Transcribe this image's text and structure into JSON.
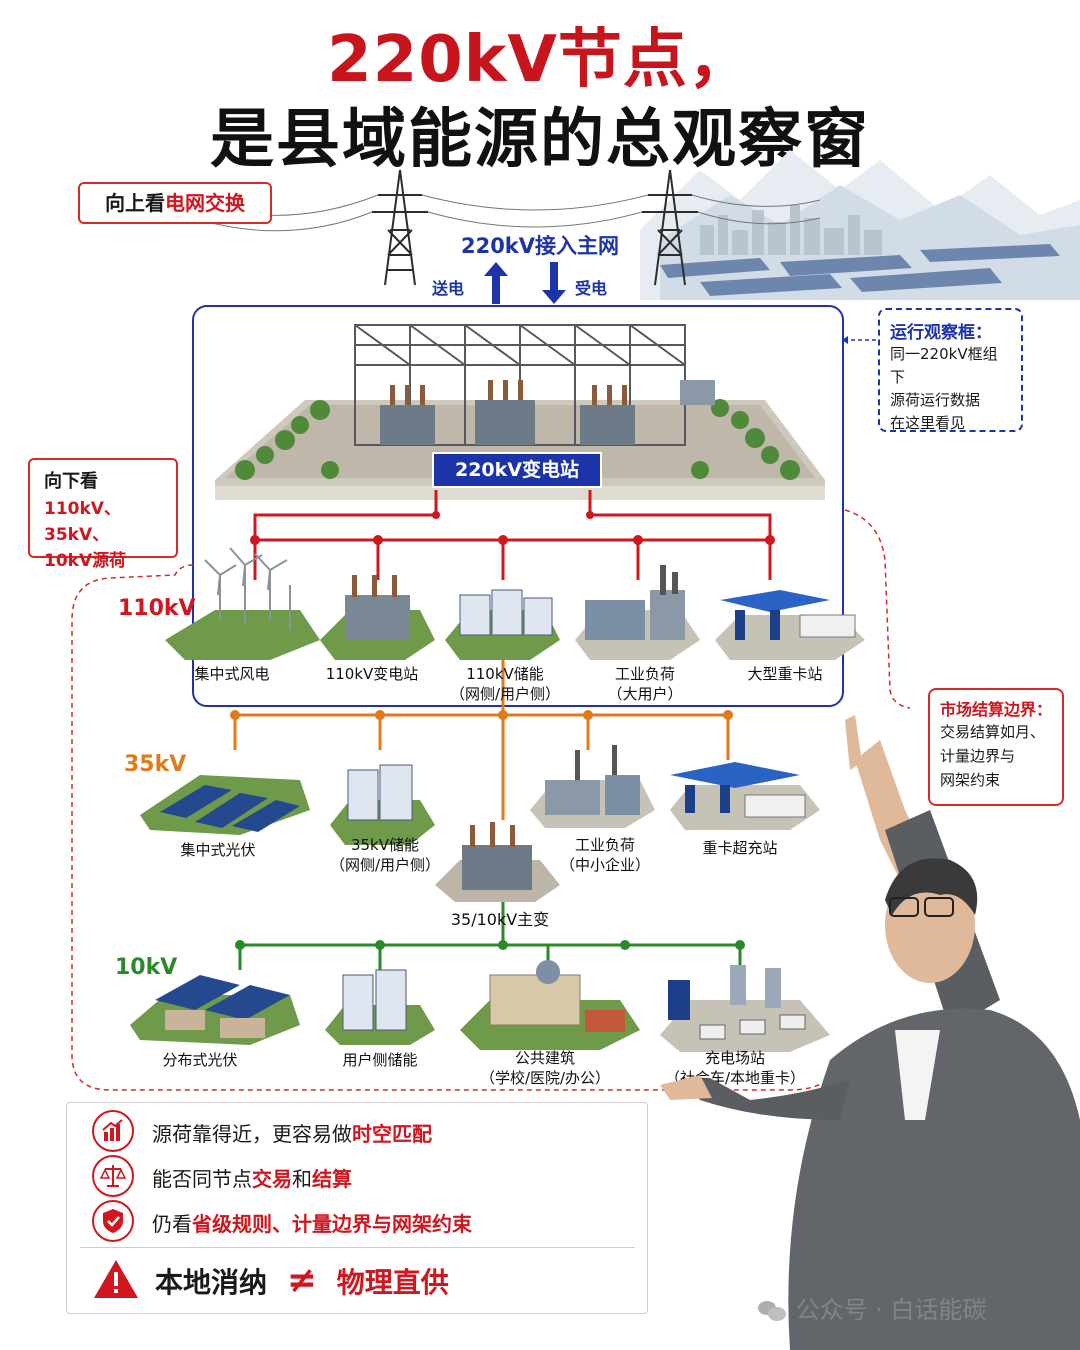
{
  "title": {
    "line1": "220kV节点，",
    "line2": "是县域能源的总观察窗"
  },
  "up_tag": {
    "prefix": "向上看",
    "highlight": "电网交换"
  },
  "main_grid": {
    "label": "220kV接入主网",
    "send": "送电",
    "receive": "受电"
  },
  "observe_box": {
    "title": "运行观察框：",
    "line1": "同一220kV框组下",
    "line2": "源荷运行数据",
    "line3": "在这里看见"
  },
  "down_tag": {
    "line1": "向下看",
    "line2": "110kV、35kV、",
    "line3": "10kV源荷"
  },
  "substation_220": {
    "label": "220kV变电站"
  },
  "levels": {
    "kv110": {
      "label": "110kV",
      "items": [
        {
          "name": "集中式风电",
          "sub": ""
        },
        {
          "name": "110kV变电站",
          "sub": ""
        },
        {
          "name": "110kV储能",
          "sub": "（网侧/用户侧）"
        },
        {
          "name": "工业负荷",
          "sub": "（大用户）"
        },
        {
          "name": "大型重卡站",
          "sub": ""
        }
      ]
    },
    "kv35": {
      "label": "35kV",
      "items": [
        {
          "name": "集中式光伏",
          "sub": ""
        },
        {
          "name": "35kV储能",
          "sub": "（网侧/用户侧）"
        },
        {
          "name": "工业负荷",
          "sub": "（中小企业）"
        },
        {
          "name": "重卡超充站",
          "sub": ""
        }
      ],
      "transformer": "35/10kV主变"
    },
    "kv10": {
      "label": "10kV",
      "items": [
        {
          "name": "分布式光伏",
          "sub": ""
        },
        {
          "name": "用户侧储能",
          "sub": ""
        },
        {
          "name": "公共建筑",
          "sub": "（学校/医院/办公）"
        },
        {
          "name": "充电场站",
          "sub": "（社会车/本地重卡）"
        }
      ]
    }
  },
  "market_box": {
    "title": "市场结算边界：",
    "line1": "交易结算如月、",
    "line2": "计量边界与",
    "line3": "网架约束"
  },
  "bullets": [
    {
      "icon": "chart-up-icon",
      "text": "源荷靠得近，更容易做",
      "highlight": "时空匹配",
      "tail": ""
    },
    {
      "icon": "scale-icon",
      "text": "能否同节点",
      "highlight": "交易",
      "mid": "和",
      "highlight2": "结算"
    },
    {
      "icon": "shield-icon",
      "text": "仍看",
      "highlight": "省级规则、计量边界与网架约束",
      "tail": ""
    }
  ],
  "conclusion": {
    "left": "本地消纳",
    "symbol": "≠",
    "right": "物理直供"
  },
  "watermark": "公众号 · 白话能碳",
  "colors": {
    "red": "#d0161e",
    "blue": "#1d34a8",
    "orange": "#e07a1a",
    "green": "#2a8a2a",
    "line110": "#d0161e"
  }
}
